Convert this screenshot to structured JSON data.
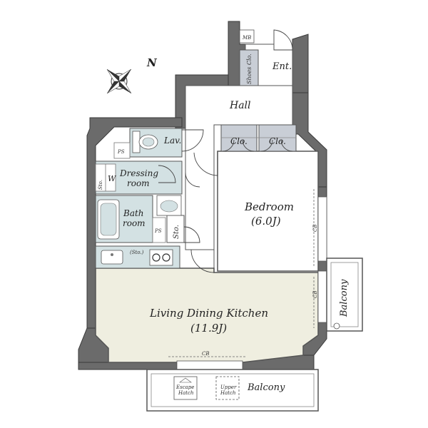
{
  "rooms": {
    "entrance": "Ent.",
    "meter_box": "MB",
    "shoes_closet": "Shoes Clo.",
    "hall": "Hall",
    "lavatory": "Lav.",
    "closet_1": "Clo.",
    "closet_2": "Clo.",
    "pipe_space_1": "PS",
    "pipe_space_2": "PS",
    "dressing_line1": "Dressing",
    "dressing_line2": "room",
    "storage_small": "Sto.",
    "washer": "W",
    "bath_line1": "Bath",
    "bath_line2": "room",
    "storage": "Sto.",
    "bedroom_name": "Bedroom",
    "bedroom_size": "(6.0J)",
    "kitchen_storage": "(Sto.)",
    "ldk_name": "Living Dining Kitchen",
    "ldk_size": "(11.9J)",
    "balcony_side": "Balcony",
    "balcony_bottom": "Balcony",
    "escape_hatch_line1": "Escape",
    "escape_hatch_line2": "Hatch",
    "upper_hatch_line1": "Upper",
    "upper_hatch_line2": "Hatch",
    "cb_bedroom": "CB",
    "cb_ldk_side": "CB",
    "cb_ldk_bottom": "CB"
  },
  "compass": {
    "north_label": "N"
  },
  "colors": {
    "wall": "#6b6b6b",
    "wall_outline": "#3a3a3a",
    "ldk_floor": "#efeee0",
    "wet_area": "#d3e1e3",
    "closet": "#c9ced6",
    "floor_white": "#ffffff"
  }
}
